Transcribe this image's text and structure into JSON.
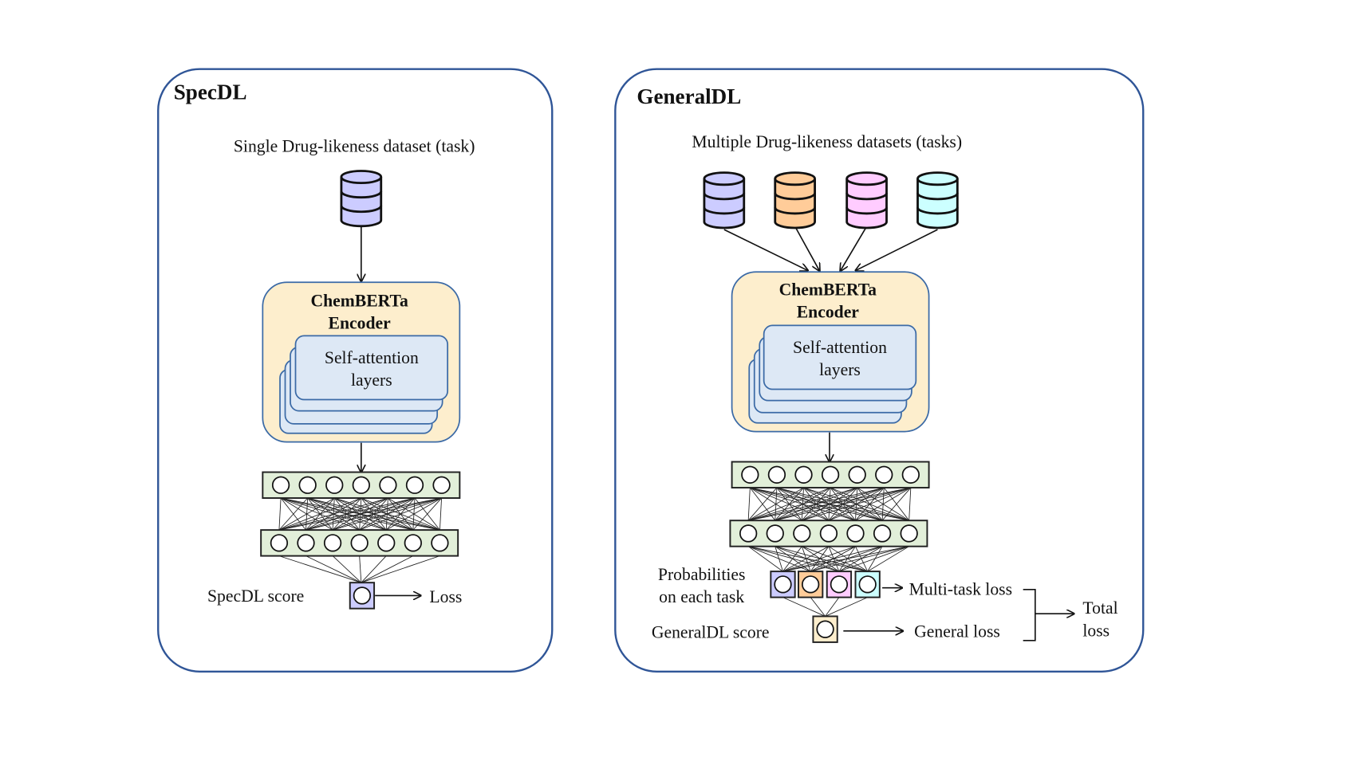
{
  "specdl": {
    "title": "SpecDL",
    "dataset_label": "Single Drug-likeness dataset (task)",
    "datasets": [
      {
        "color": "#ccccff"
      }
    ],
    "encoder_line1": "ChemBERTa",
    "encoder_line2": "Encoder",
    "layers_line1": "Self-attention",
    "layers_line2": "layers",
    "fc_layers": [
      {
        "nodes": 7
      },
      {
        "nodes": 7
      }
    ],
    "score_label": "SpecDL score",
    "score_color": "#ccccff",
    "loss_label": "Loss"
  },
  "generaldl": {
    "title": "GeneralDL",
    "dataset_label": "Multiple Drug-likeness datasets (tasks)",
    "datasets": [
      {
        "color": "#ccccff"
      },
      {
        "color": "#ffcc99"
      },
      {
        "color": "#ffccff"
      },
      {
        "color": "#ccffff"
      }
    ],
    "encoder_line1": "ChemBERTa",
    "encoder_line2": "Encoder",
    "layers_line1": "Self-attention",
    "layers_line2": "layers",
    "fc_layers": [
      {
        "nodes": 7
      },
      {
        "nodes": 7
      }
    ],
    "prob_label_line1": "Probabilities",
    "prob_label_line2": "on each task",
    "task_outputs": [
      {
        "color": "#ccccff"
      },
      {
        "color": "#ffcc99"
      },
      {
        "color": "#ffccff"
      },
      {
        "color": "#ccffff"
      }
    ],
    "multitask_loss_label": "Multi-task loss",
    "score_label": "GeneralDL score",
    "score_color": "#fdeecd",
    "general_loss_label": "General loss",
    "total_loss_line1": "Total",
    "total_loss_line2": "loss"
  }
}
